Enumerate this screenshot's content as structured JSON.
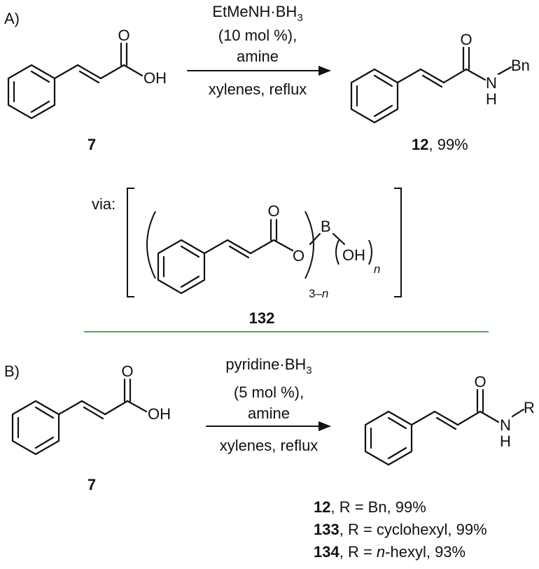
{
  "panel_a": {
    "label": "A)",
    "reagent_line1": "EtMeNH·BH",
    "reagent_line1_sub": "3",
    "reagent_line2": "(10 mol %),",
    "reagent_line3": "amine",
    "conditions": "xylenes, reflux",
    "sm_number": "7",
    "product_number": "12",
    "product_yield": ", 99%",
    "atom_o": "O",
    "atom_oh": "OH",
    "atom_n": "N",
    "atom_h": "H",
    "sub_bn": "Bn",
    "via_label": "via:",
    "intermediate_number": "132",
    "int_o_carbonyl": "O",
    "int_o_ester": "O",
    "int_b": "B",
    "int_oh": "OH",
    "int_sub_left": "3–",
    "int_sub_left_n": "n",
    "int_sub_right": "n"
  },
  "panel_b": {
    "label": "B)",
    "reagent_line1": "pyridine·BH",
    "reagent_line1_sub": "3",
    "reagent_line2": "(5 mol %),",
    "reagent_line3": "amine",
    "conditions": "xylenes, reflux",
    "sm_number": "7",
    "atom_o": "O",
    "atom_oh": "OH",
    "atom_n": "N",
    "atom_h": "H",
    "sub_r": "R",
    "products": [
      {
        "number": "12",
        "rest": ", R = Bn, 99%"
      },
      {
        "number": "133",
        "rest": ", R = cyclohexyl, 99%"
      },
      {
        "number": "134",
        "rest_pre": ", R = ",
        "rest_ital": "n",
        "rest_post": "-hexyl, 93%"
      }
    ]
  },
  "colors": {
    "divider": "#2e7d32",
    "ink": "#111111"
  }
}
